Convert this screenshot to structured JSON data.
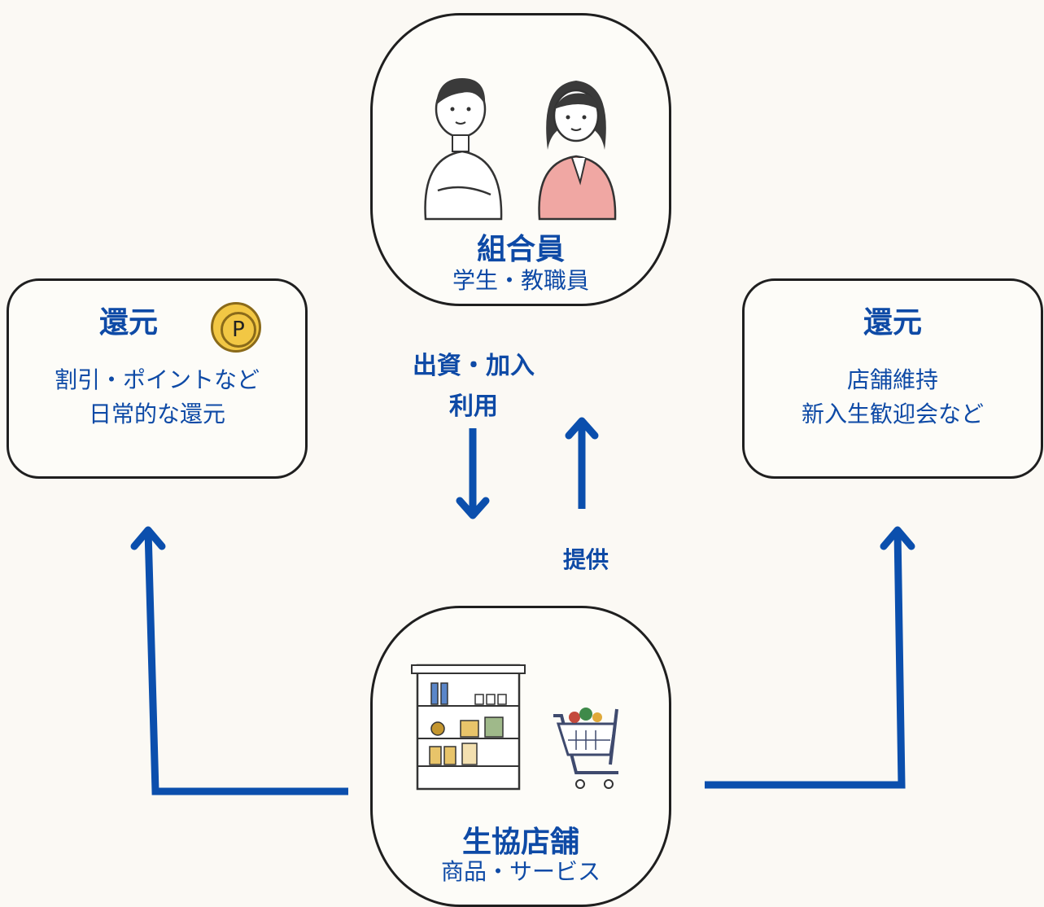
{
  "members": {
    "title": "組合員",
    "subtitle": "学生・教職員"
  },
  "store": {
    "title": "生協店舗",
    "subtitle": "商品・サービス"
  },
  "left_return": {
    "title": "還元",
    "icon_letter": "P",
    "line1": "割引・ポイントなど",
    "line2": "日常的な還元"
  },
  "right_return": {
    "title": "還元",
    "line1": "店舗維持",
    "line2": "新入生歓迎会など"
  },
  "flows": {
    "down_label_1": "出資・加入",
    "down_label_2": "利用",
    "up_label": "提供"
  },
  "colors": {
    "accent": "#0e4aa6",
    "arrow": "#0b4fad",
    "border": "#1f1f1f",
    "background": "#fbf9f4"
  }
}
